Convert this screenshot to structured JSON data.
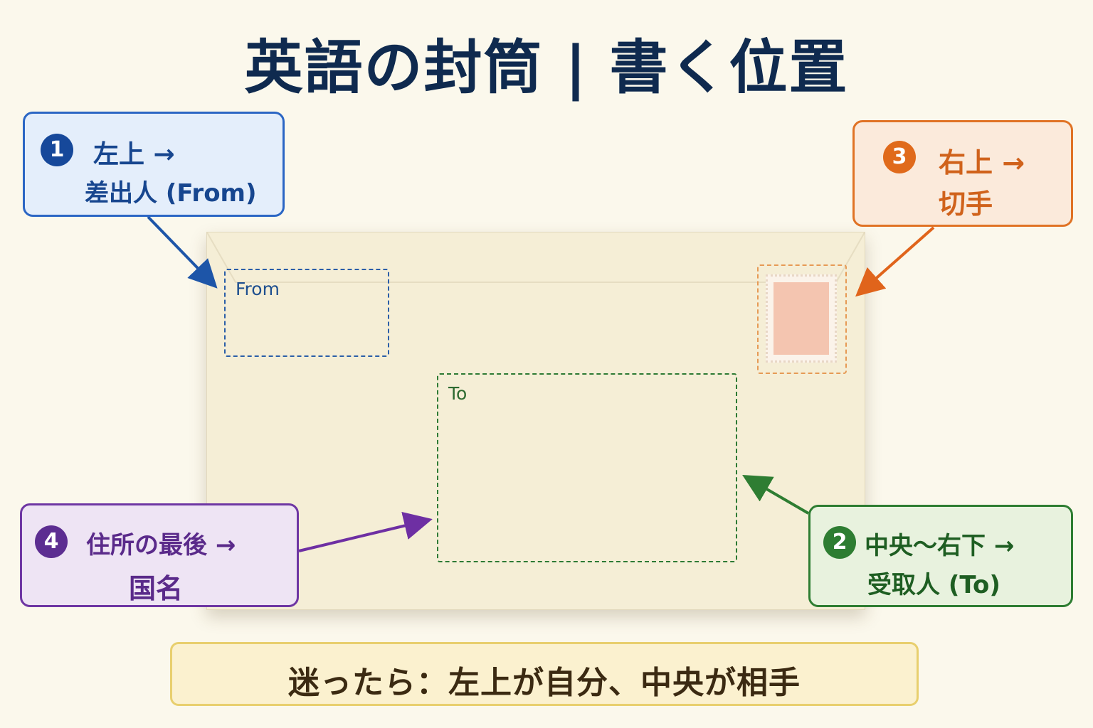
{
  "title": "英語の封筒 | 書く位置",
  "envelope": {
    "from_label": "From",
    "to_label": "To"
  },
  "callouts": [
    {
      "number": "1",
      "line1": "左上 →",
      "line2": "差出人 (From)",
      "color": "#2b66c4"
    },
    {
      "number": "2",
      "line1": "中央〜右下 →",
      "line2": "受取人 (To)",
      "color": "#2e7d32"
    },
    {
      "number": "3",
      "line1": "右上 →",
      "line2": "切手",
      "color": "#e07325"
    },
    {
      "number": "4",
      "line1": "住所の最後 →",
      "line2": "国名",
      "color": "#6e36a3"
    }
  ],
  "tip": "迷ったら：左上が自分、中央が相手",
  "colors": {
    "title": "#0f2a4f",
    "envelope": "#f5eed6",
    "from_box": "#2b5ea8",
    "to_box": "#2d7a34",
    "stamp": "#f4c5b0",
    "tip_border": "#e8cf6e"
  }
}
